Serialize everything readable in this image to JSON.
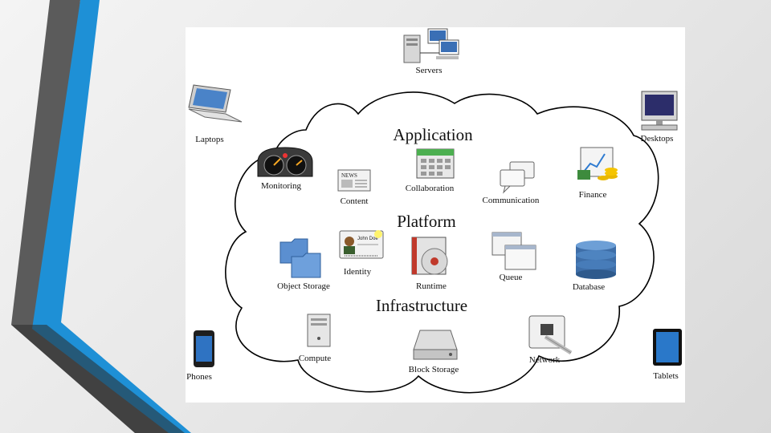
{
  "layers": {
    "application": "Application",
    "platform": "Platform",
    "infrastructure": "Infrastructure"
  },
  "devices": {
    "servers": "Servers",
    "laptops": "Laptops",
    "desktops": "Desktops",
    "phones": "Phones",
    "tablets": "Tablets"
  },
  "application_items": {
    "monitoring": "Monitoring",
    "content": "Content",
    "collaboration": "Collaboration",
    "communication": "Communication",
    "finance": "Finance"
  },
  "platform_items": {
    "object_storage": "Object Storage",
    "identity": "Identity",
    "runtime": "Runtime",
    "queue": "Queue",
    "database": "Database"
  },
  "infrastructure_items": {
    "compute": "Compute",
    "block_storage": "Block Storage",
    "network": "Network"
  },
  "icon_text": {
    "news": "NEWS",
    "id_name": "John Doe"
  },
  "colors": {
    "accent_blue": "#1e90d6",
    "accent_gray": "#5b5b5b",
    "cloud_stroke": "#000000"
  }
}
